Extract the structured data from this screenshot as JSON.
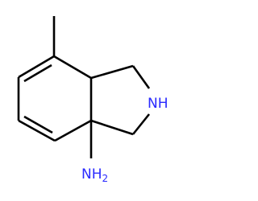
{
  "structure": {
    "colors": {
      "bond": "#000000",
      "nitrogen": "#2a2aff",
      "hydrogen": "#2a2aff"
    },
    "atoms": {
      "ring_nitrogen": {
        "element": "N",
        "hydrogen": "H",
        "label": "NH"
      },
      "amine_nitrogen": {
        "element": "N",
        "hydrogen": "H",
        "hydrogen_count": "2",
        "label": "NH2"
      }
    }
  }
}
